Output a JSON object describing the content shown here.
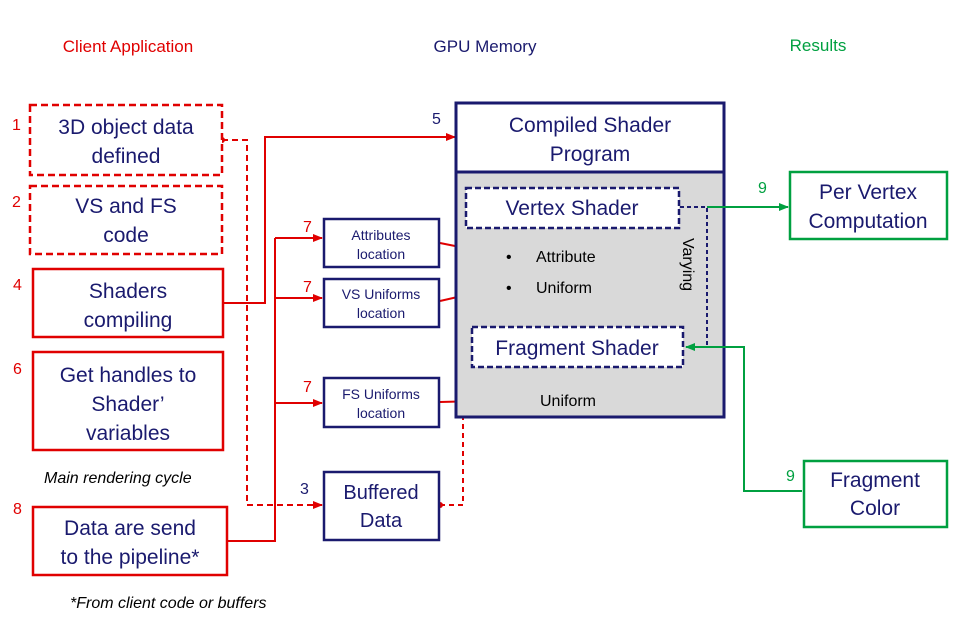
{
  "headers": {
    "client": "Client Application",
    "gpu": "GPU Memory",
    "results": "Results"
  },
  "client_boxes": [
    {
      "num": "1",
      "lines": [
        "3D object data",
        "defined"
      ]
    },
    {
      "num": "2",
      "lines": [
        "VS and FS",
        "code"
      ]
    },
    {
      "num": "4",
      "lines": [
        "Shaders",
        "compiling"
      ]
    },
    {
      "num": "6",
      "lines": [
        "Get handles to",
        "Shader’",
        "variables"
      ]
    },
    {
      "num": "8",
      "lines": [
        "Data are send",
        "to the pipeline*"
      ]
    }
  ],
  "location_boxes": [
    {
      "num": "7",
      "lines": [
        "Attributes",
        "location"
      ]
    },
    {
      "num": "7",
      "lines": [
        "VS Uniforms",
        "location"
      ]
    },
    {
      "num": "7",
      "lines": [
        "FS Uniforms",
        "location"
      ]
    }
  ],
  "buffered": {
    "num": "3",
    "lines": [
      "Buffered",
      "Data"
    ]
  },
  "gpu": {
    "num": "5",
    "title": [
      "Compiled Shader",
      "Program"
    ],
    "vertex_shader": "Vertex Shader",
    "fragment_shader": "Fragment Shader",
    "attribute": "Attribute",
    "uniform_vs": "Uniform",
    "uniform_fs": "Uniform",
    "varying": "Varying",
    "bullet": "•"
  },
  "results": [
    {
      "num": "9",
      "lines": [
        "Per Vertex",
        "Computation"
      ]
    },
    {
      "num": "9",
      "lines": [
        "Fragment",
        "Color"
      ]
    }
  ],
  "notes": {
    "main_cycle": "Main rendering cycle",
    "footnote": "*From client code or buffers"
  },
  "colors": {
    "red": "#e00000",
    "navy": "#1a1a6e",
    "green": "#00a040",
    "gray": "#d9d9d9"
  }
}
